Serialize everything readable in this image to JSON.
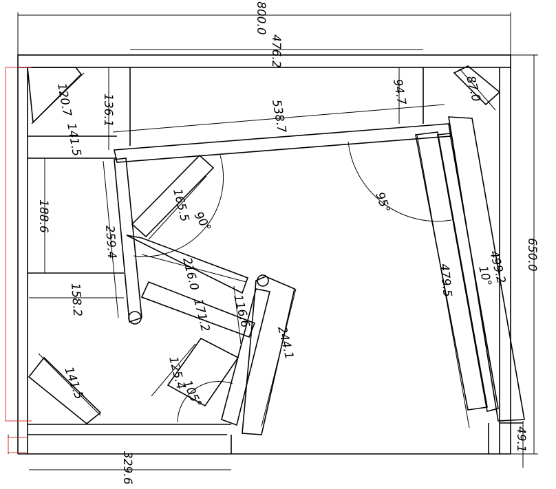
{
  "dimensions": {
    "overall_width": "800.0",
    "top_opening": "476.2",
    "overall_height": "650.0",
    "left_top_slot": "120.7",
    "left_upper_shelf_height": "136.1",
    "left_upper_shelf_width": "141.5",
    "top_right_notch": "94.7",
    "top_right_slot": "87.0",
    "diagonal_beam": "538.7",
    "left_middle_height": "188.6",
    "left_strut_length": "259.4",
    "angle_upper": "90°",
    "inner_slot_upper": "165.5",
    "angle_right": "95°",
    "inner_beam": "216.0",
    "small_block": "116.6",
    "small_strut": "171.2",
    "left_lower_shelf_width": "158.2",
    "right_strut_length": "479.5",
    "right_outer_length": "499.2",
    "right_angle_small": "10°",
    "lower_column": "244.1",
    "lower_block": "125.4",
    "angle_lower": "105°",
    "left_bottom_slot": "141.5",
    "bottom_width": "329.6",
    "bottom_right_gap": "49.1"
  }
}
